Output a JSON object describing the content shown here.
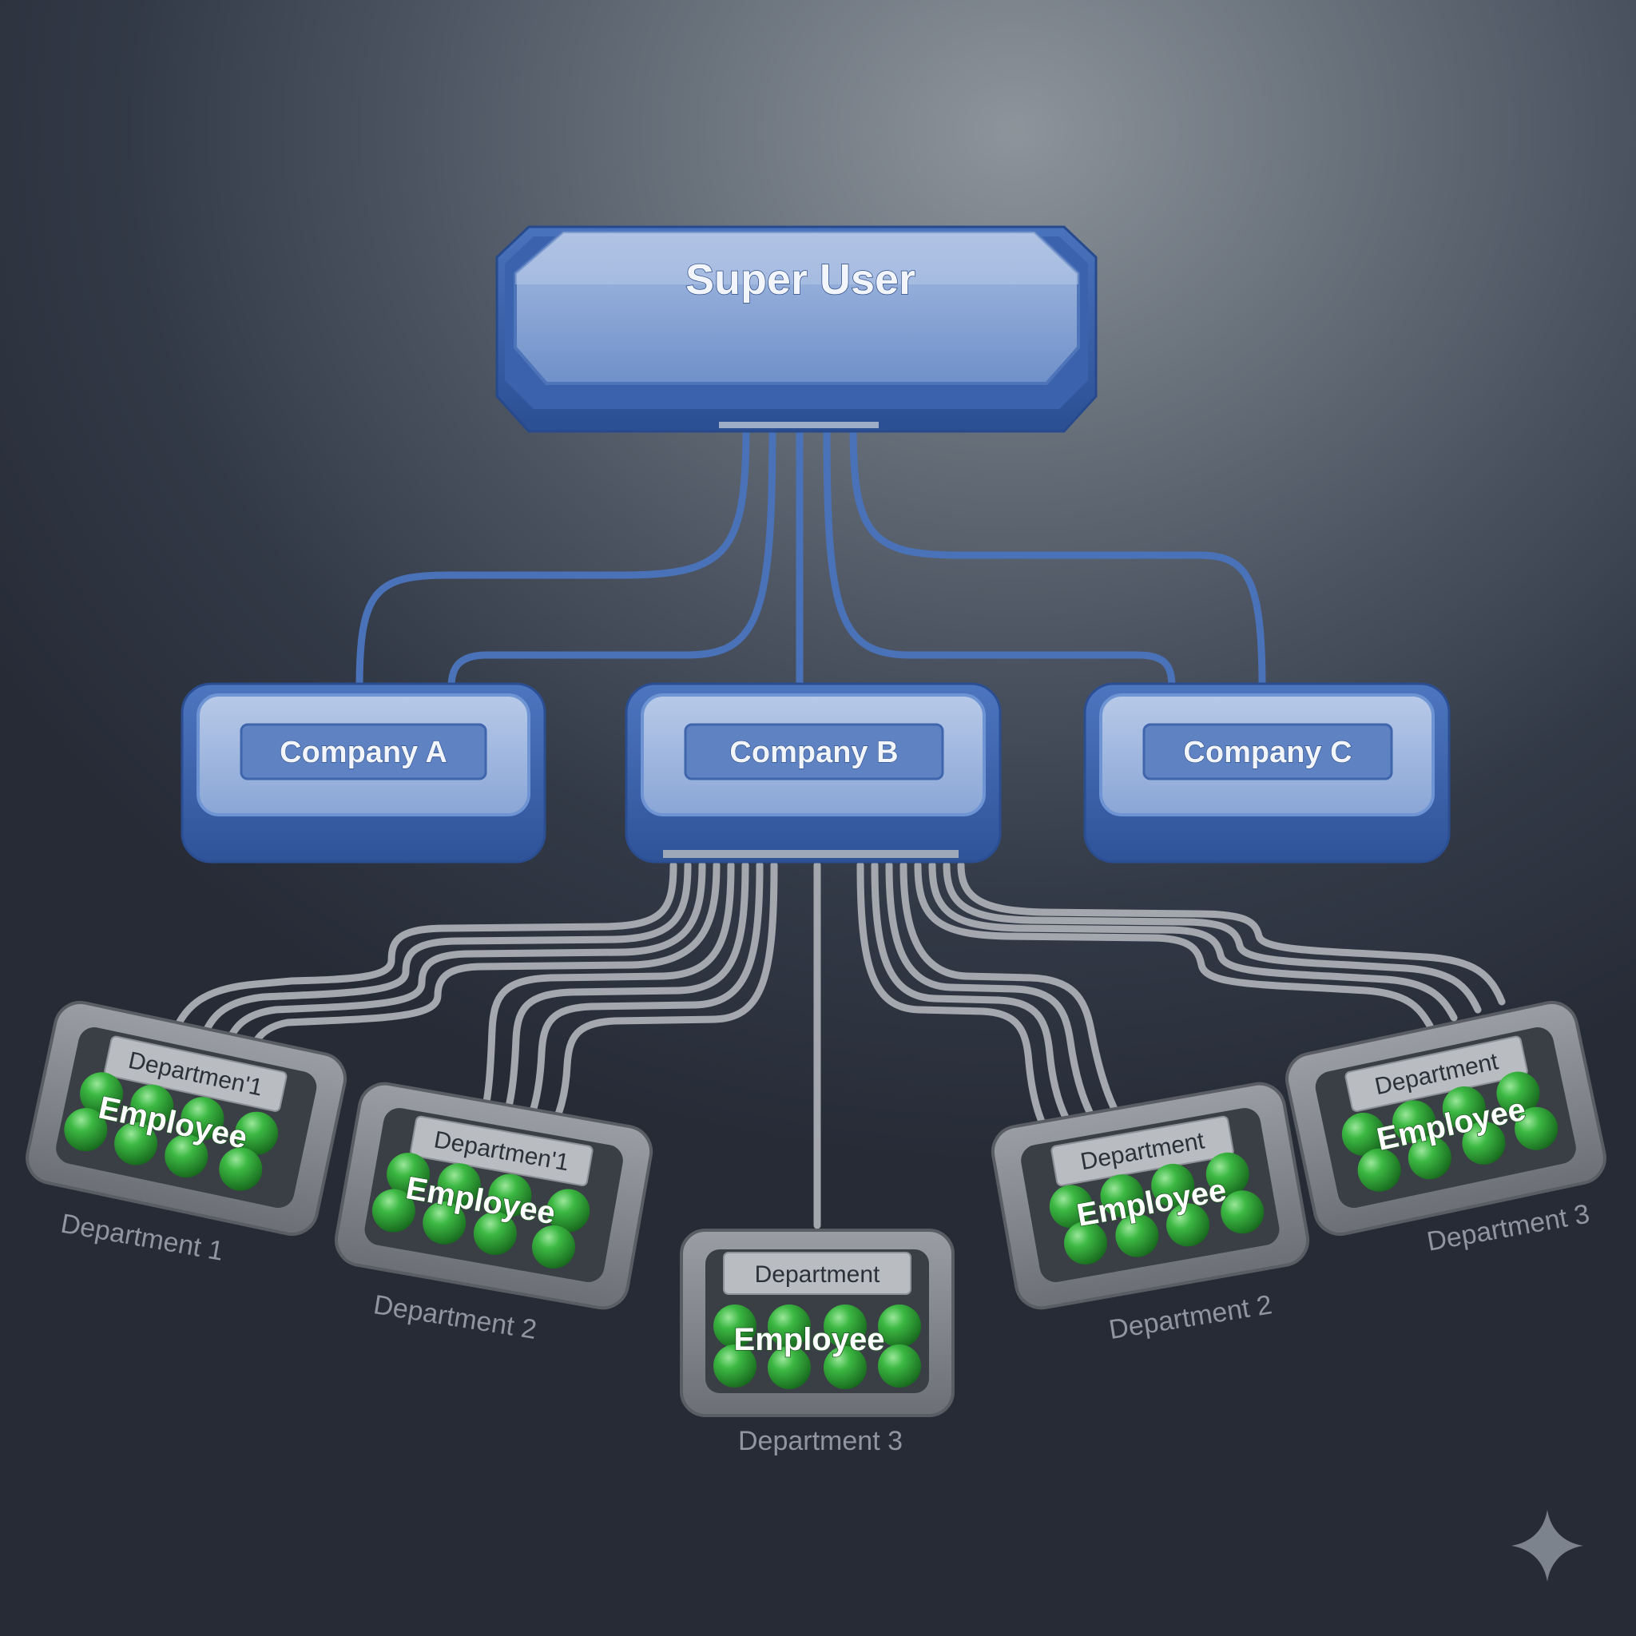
{
  "super_user": {
    "label": "Super User"
  },
  "companies": [
    {
      "label": "Company A"
    },
    {
      "label": "Company B"
    },
    {
      "label": "Company C"
    }
  ],
  "departments": [
    {
      "tag": "Departmen'1",
      "employee": "Employee",
      "caption": "Department 1"
    },
    {
      "tag": "Departmen'1",
      "employee": "Employee",
      "caption": "Department 2"
    },
    {
      "tag": "Department",
      "employee": "Employee",
      "caption": "Department 3"
    },
    {
      "tag": "Department",
      "employee": "Employee",
      "caption": "Department 2"
    },
    {
      "tag": "Department",
      "employee": "Employee",
      "caption": "Department 3"
    }
  ],
  "colors": {
    "blue_node": "#3a63ad",
    "blue_node_face": "#93acd6",
    "blue_connector": "#4a72b8",
    "gray_connector": "#a4a8ae",
    "department_tray": "#7e8288",
    "employee_ball": "#2f9e3a"
  },
  "icons": {
    "corner": "sparkle-icon"
  }
}
